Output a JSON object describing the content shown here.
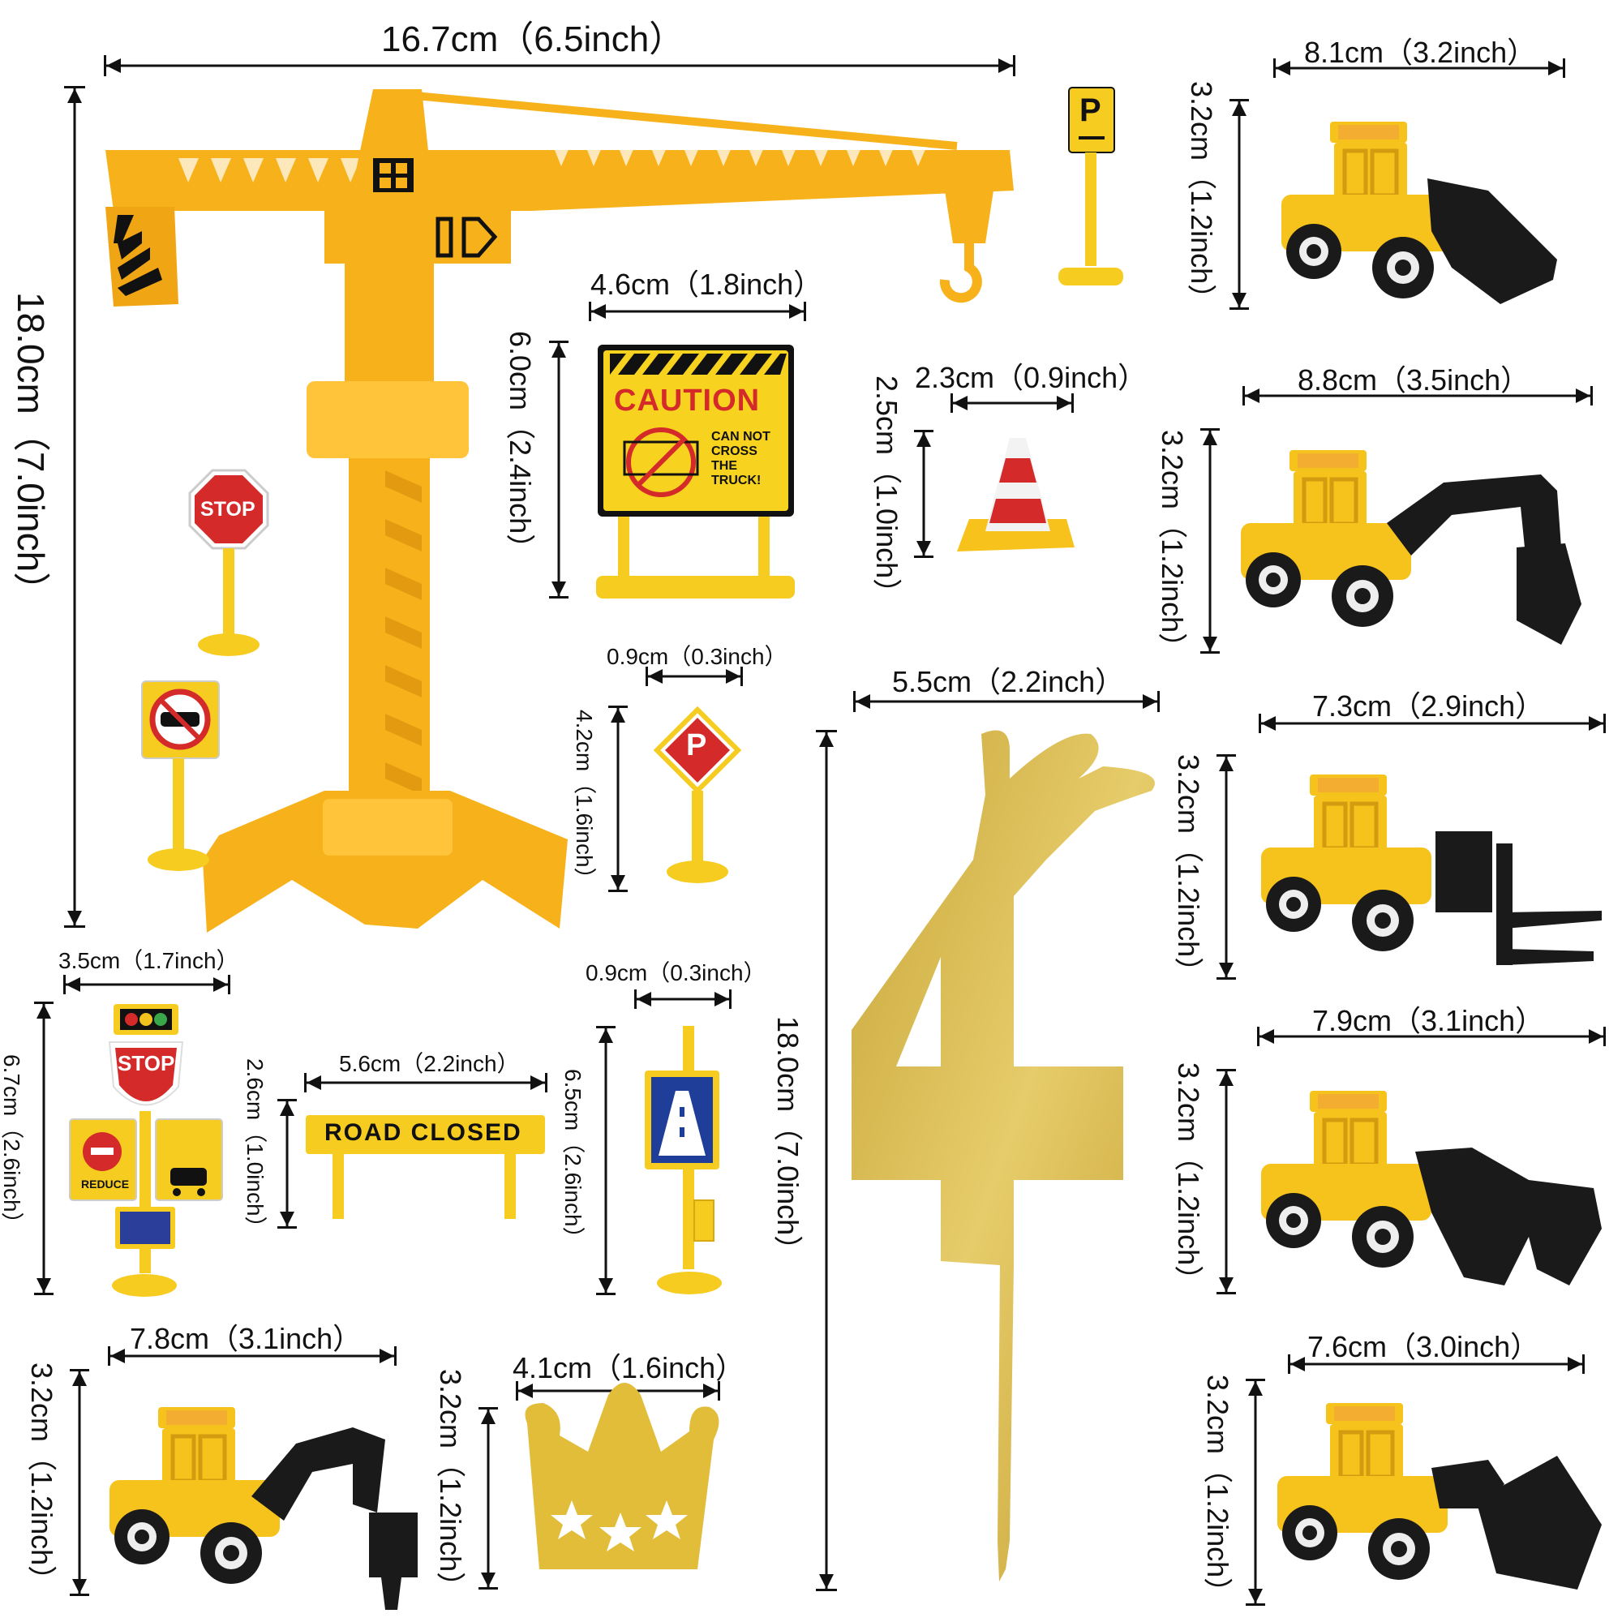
{
  "dimensions": {
    "crane_width": "16.7cm（6.5inch）",
    "crane_height": "18.0cm（7.0inch）",
    "caution_width": "4.6cm（1.8inch）",
    "caution_height": "6.0cm（2.4inch）",
    "cone_width": "2.3cm（0.9inch）",
    "cone_height": "2.5cm（1.0inch）",
    "psign_width": "0.9cm（0.3inch）",
    "psign_height": "4.2cm（1.6inch）",
    "topper_width": "5.5cm（2.2inch）",
    "topper_height": "18.0cm（7.0inch）",
    "traffic_width": "3.5cm（1.7inch）",
    "traffic_height": "6.7cm（2.6inch）",
    "road_width": "5.6cm（2.2inch）",
    "road_height": "2.6cm（1.0inch）",
    "hwy_width": "0.9cm（0.3inch）",
    "hwy_height": "6.5cm（2.6inch）",
    "drill_width": "7.8cm（3.1inch）",
    "drill_height": "3.2cm（1.2inch）",
    "crown_width": "4.1cm（1.6inch）",
    "crown_height": "3.2cm（1.2inch）",
    "truck1_width": "8.1cm（3.2inch）",
    "truck1_height": "3.2cm（1.2inch）",
    "truck2_width": "8.8cm（3.5inch）",
    "truck2_height": "3.2cm（1.2inch）",
    "truck3_width": "7.3cm（2.9inch）",
    "truck3_height": "3.2cm（1.2inch）",
    "truck4_width": "7.9cm（3.1inch）",
    "truck4_height": "3.2cm（1.2inch）",
    "truck5_width": "7.6cm（3.0inch）",
    "truck5_height": "3.2cm（1.2inch）"
  },
  "sign_text": {
    "caution": "CAUTION",
    "caution_sub1": "CAN NOT",
    "caution_sub2": "CROSS",
    "caution_sub3": "THE",
    "caution_sub4": "TRUCK!",
    "stop": "STOP",
    "parking": "P",
    "road_closed": "ROAD CLOSED",
    "reduce": "REDUCE",
    "topper_number": "4"
  },
  "colors": {
    "toy_yellow": "#f7b21b",
    "toy_yellow_light": "#ffc43a",
    "truck_yellow": "#f6c21c",
    "black": "#1a1a1a",
    "gold": "#d9b94b",
    "glitter": "#e2bd3a",
    "stop_red": "#d42a2a",
    "sign_blue": "#1f3e9a"
  }
}
